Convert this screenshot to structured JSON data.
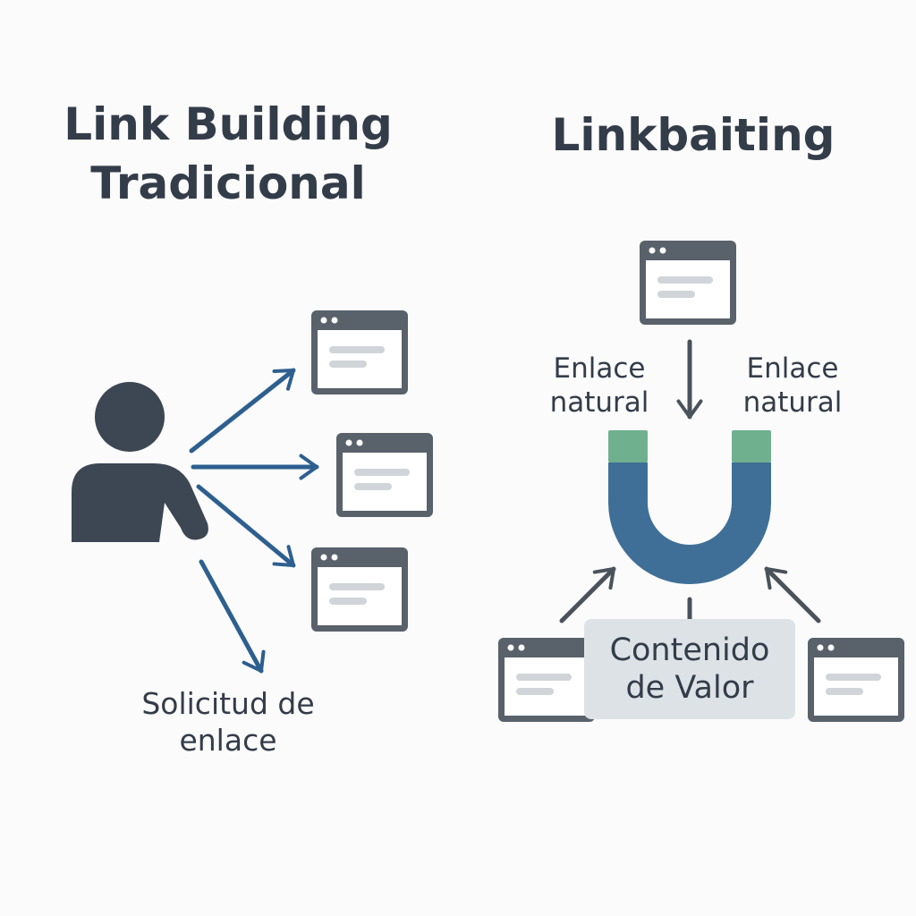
{
  "left_panel": {
    "title_line1": "Link Building",
    "title_line2": "Tradicional",
    "request_label_line1": "Solicitud de",
    "request_label_line2": "enlace"
  },
  "right_panel": {
    "title": "Linkbaiting",
    "natural_link_left_line1": "Enlace",
    "natural_link_left_line2": "natural",
    "natural_link_right_line1": "Enlace",
    "natural_link_right_line2": "natural",
    "content_box_line1": "Contenido",
    "content_box_line2": "de Valor"
  },
  "colors": {
    "text": "#333c49",
    "person": "#3d4653",
    "arrow": "#2d5f8f",
    "magnet_body": "#3f6f97",
    "magnet_tips": "#6fb08f",
    "window_frame": "#59616b",
    "content_box": "#dde2e7"
  },
  "icons": [
    "person-icon",
    "browser-window-icon",
    "magnet-icon",
    "arrow-icon"
  ]
}
